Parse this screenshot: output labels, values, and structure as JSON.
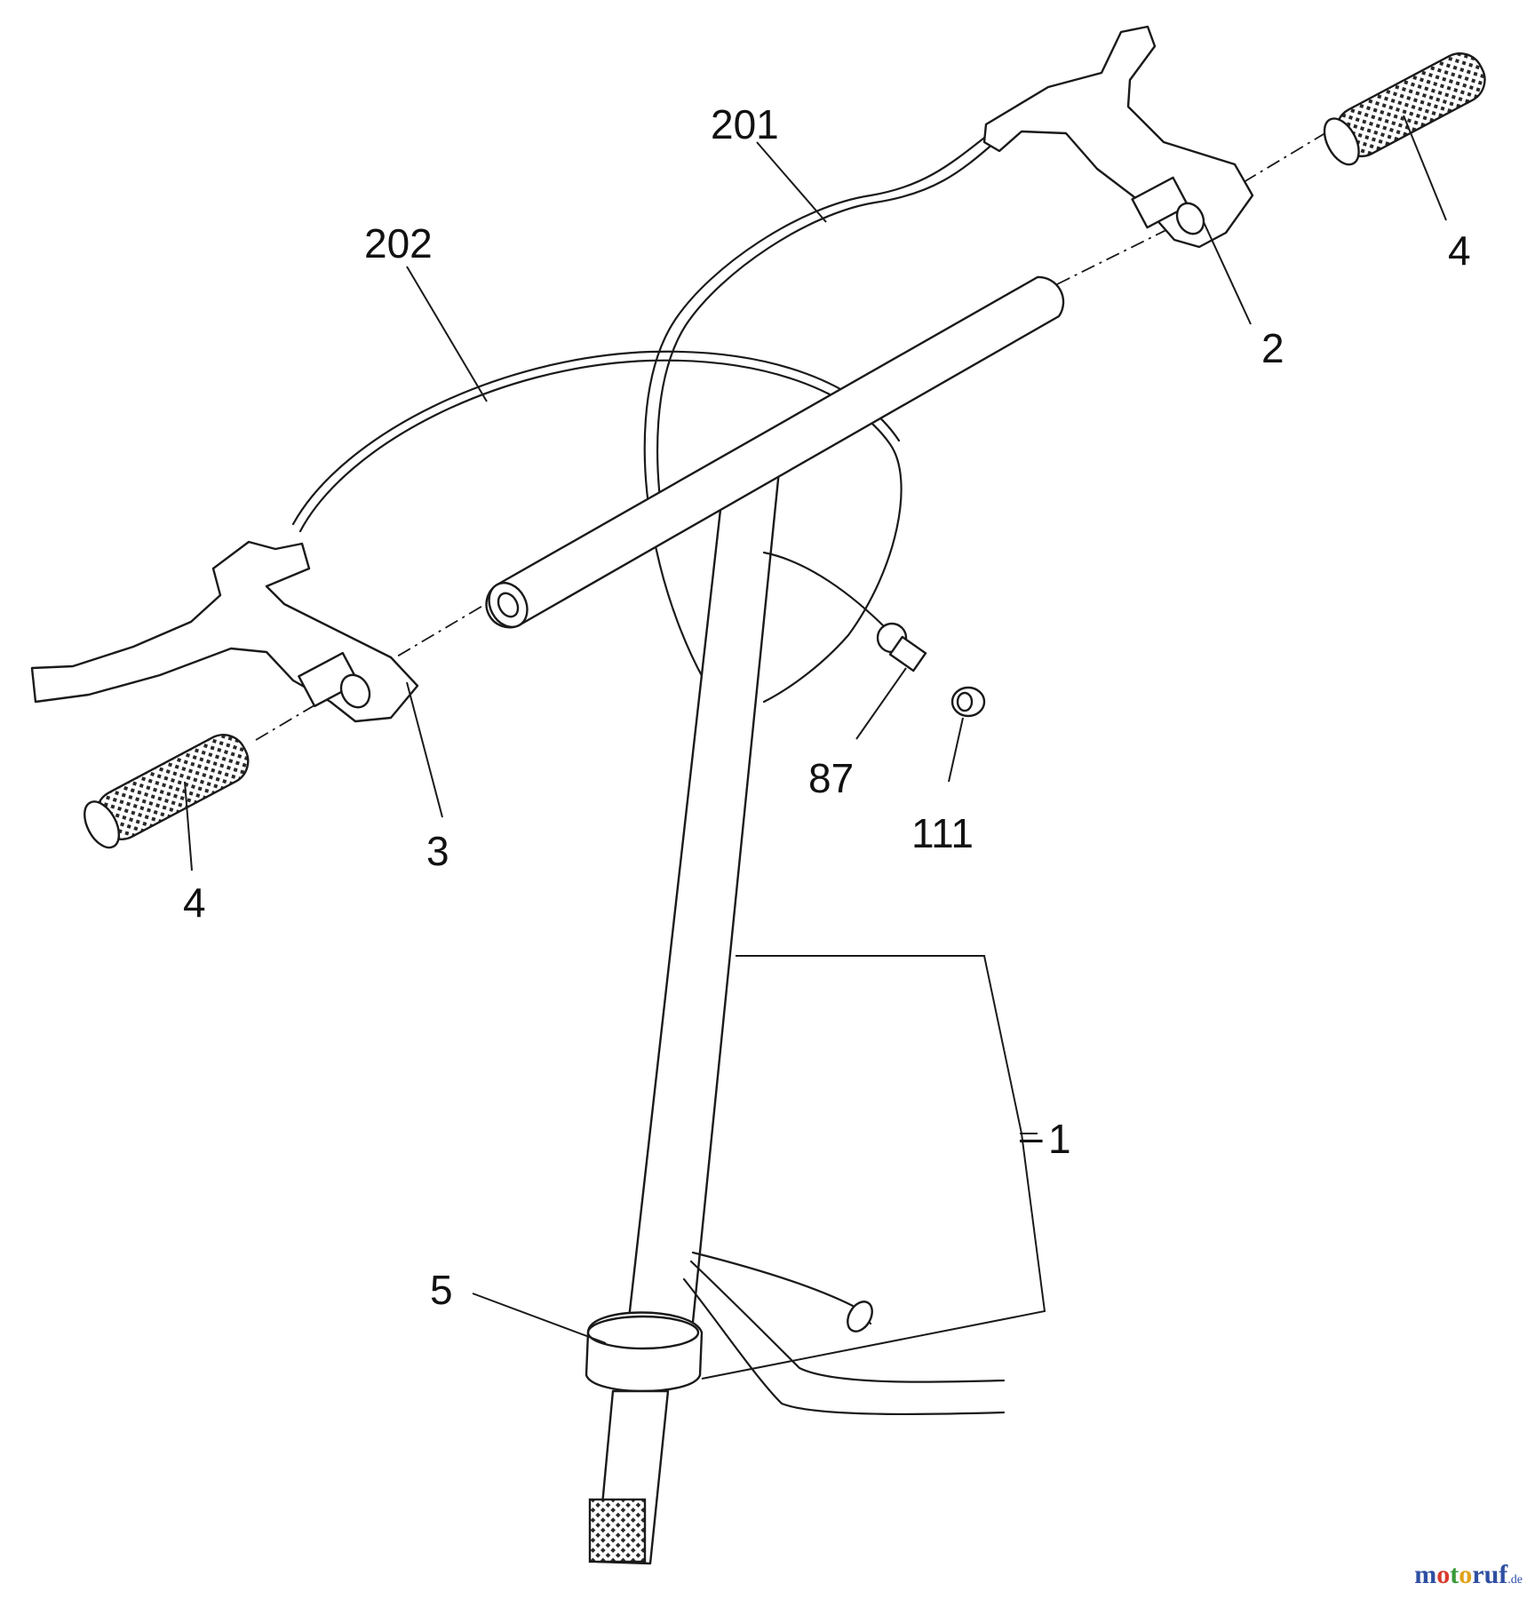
{
  "labels": {
    "p1": "1",
    "p2": "2",
    "p3": "3",
    "p4_right": "4",
    "p4_left": "4",
    "p5": "5",
    "p87": "87",
    "p111": "111",
    "p201": "201",
    "p202": "202"
  },
  "watermark": {
    "m": "m",
    "o1": "o",
    "t": "t",
    "o2": "o",
    "r": "r",
    "u": "u",
    "f": "f",
    "de": ".de",
    "colors": {
      "m": "#2e4fa3",
      "o1": "#d93a2b",
      "t": "#3a9a3a",
      "o2": "#e2a21a",
      "ruf": "#2e4fa3"
    }
  }
}
